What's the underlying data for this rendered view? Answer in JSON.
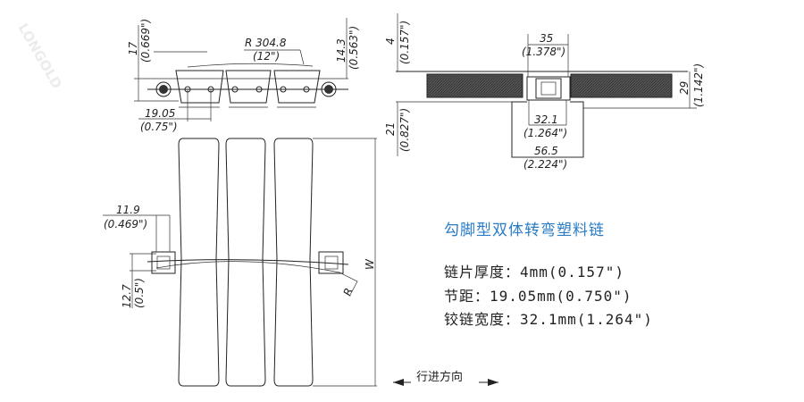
{
  "watermark": "LONGOLD",
  "title": "勾脚型双体转弯塑料链",
  "specs": [
    "链片厚度：4mm(0.157\")",
    "节距：19.05mm(0.750\")",
    "铰链宽度：32.1mm(1.264\")"
  ],
  "direction_label": "行进方向",
  "side_view": {
    "height_dim": "17",
    "height_dim_in": "(0.669\")",
    "radius_dim": "R 304.8",
    "radius_dim_in": "(12\")",
    "right_dim": "14.3",
    "right_dim_in": "(0.563\")",
    "pitch_dim": "19.05",
    "pitch_dim_in": "(0.75\")"
  },
  "section_view": {
    "thickness_dim": "4",
    "thickness_dim_in": "(0.157\")",
    "top_dim": "35",
    "top_dim_in": "(1.378\")",
    "depth_dim": "21",
    "depth_dim_in": "(0.827\")",
    "hinge_dim": "32.1",
    "hinge_dim_in": "(1.264\")",
    "base_dim": "56.5",
    "base_dim_in": "(2.224\")",
    "total_dim": "29",
    "total_dim_in": "(1.142\")"
  },
  "plan_view": {
    "tab_dim": "11.9",
    "tab_dim_in": "(0.469\")",
    "offset_dim": "12.7",
    "offset_dim_in": "(0.5\")",
    "width_label": "W",
    "radius_label": "R"
  },
  "colors": {
    "title": "#2a7cc7",
    "hatch": "#444444"
  }
}
